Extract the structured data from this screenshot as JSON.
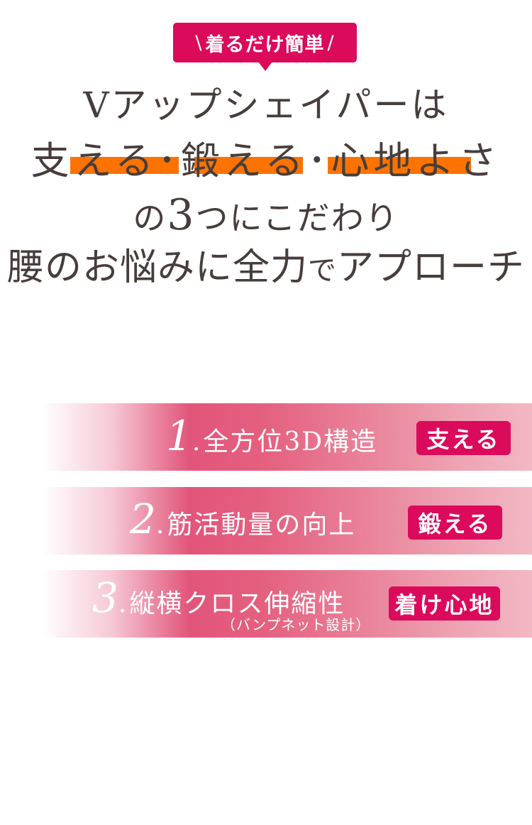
{
  "callout": {
    "label": "着るだけ簡単",
    "slash_left": "\\",
    "slash_right": "/",
    "color": "#db0a5b"
  },
  "headline": {
    "line1": "Vアップシェイパーは",
    "line2": {
      "item1": "支える",
      "sep1": "･",
      "item2": "鍛える",
      "sep2": "･",
      "item3": "心地よさ",
      "highlight_color": "#fe7300"
    },
    "line3": {
      "pre": "の",
      "number": "3",
      "post": "つにこだわり"
    },
    "line4": {
      "part1": "腰のお悩みに全力",
      "part2": "で",
      "part3": "アプローチ"
    },
    "text_color": "#473e3b"
  },
  "features": [
    {
      "number": "1",
      "dot": ".",
      "title": "全方位3D構造",
      "badge": "支える"
    },
    {
      "number": "2",
      "dot": ".",
      "title": "筋活動量の向上",
      "badge": "鍛える"
    },
    {
      "number": "3",
      "dot": ".",
      "title": "縦横クロス伸縮性",
      "subtitle": "（バンプネット設計）",
      "badge": "着け心地"
    }
  ],
  "colors": {
    "badge": "#db0a5b",
    "band_main": "#e2557a",
    "band_light": "#f2b8c4"
  }
}
